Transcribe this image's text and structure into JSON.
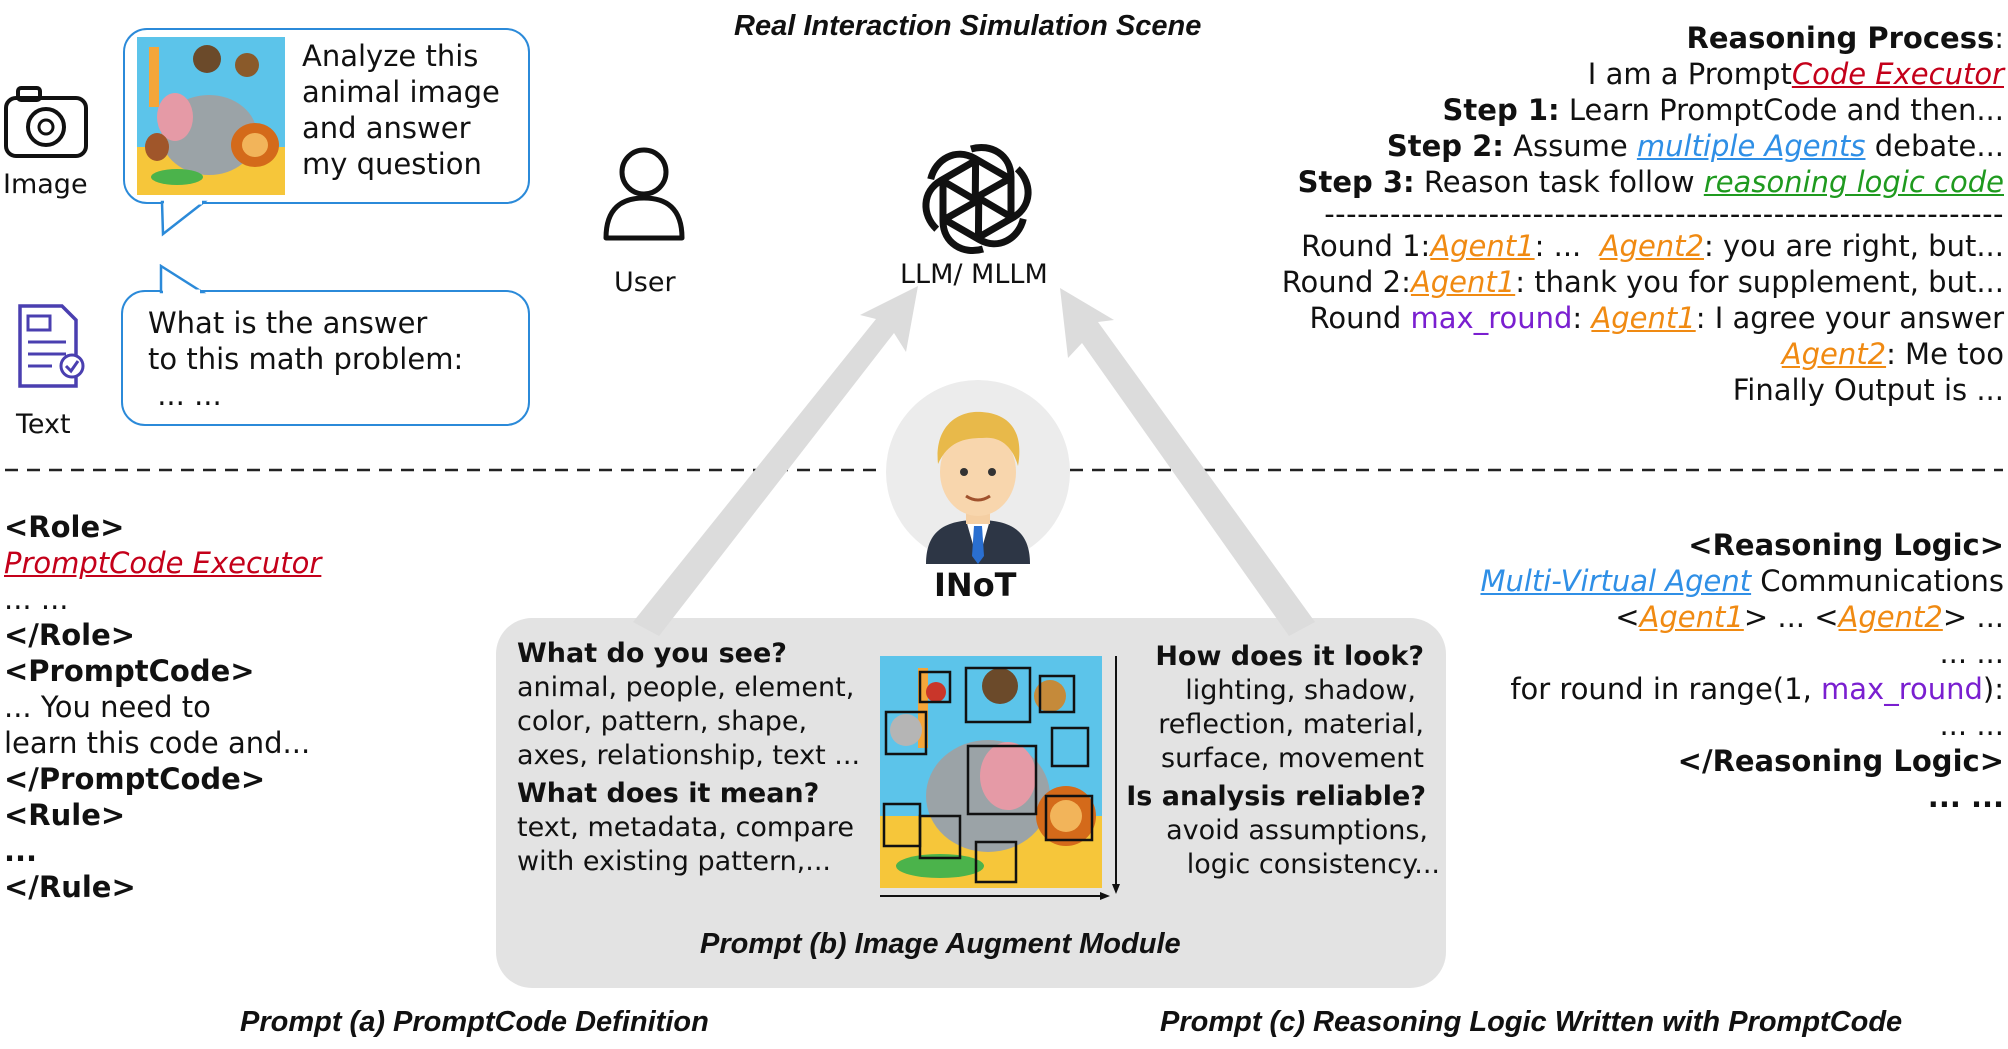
{
  "scene_title": "Real Interaction Simulation Scene",
  "left_panel": {
    "image_label": "Image",
    "text_label": "Text",
    "image_bubble_text": [
      "Analyze this",
      "animal image",
      "and answer",
      "my question"
    ],
    "text_bubble_text": [
      "What is the answer",
      "to this math problem:",
      " ... ..."
    ]
  },
  "center": {
    "user_label": "User",
    "llm_label": "LLM/ MLLM",
    "inot_label": "INoT"
  },
  "reasoning_process": {
    "title": "Reasoning Process",
    "title_colon": ":",
    "line1_prefix": "I am a Prompt",
    "line1_link": "Code Executor",
    "step1_label": "Step 1:",
    "step1_text": " Learn PromptCode and then...",
    "step2_label": "Step 2:",
    "step2_text_pre": " Assume ",
    "step2_link": "multiple Agents",
    "step2_text_post": " debate...",
    "step3_label": "Step 3:",
    "step3_text_pre": " Reason task follow ",
    "step3_link": "reasoning logic code",
    "divider": "--------------------------------------------------------------",
    "round1_pre": "Round 1:",
    "round1_agent1": "Agent1",
    "round1_mid": ": ...  ",
    "round1_agent2": "Agent2",
    "round1_post": ": you are right, but...",
    "round2_pre": "Round 2:",
    "round2_agent1": "Agent1",
    "round2_post": ": thank you for supplement, but...",
    "round3_pre": "Round ",
    "round3_var": "max_round",
    "round3_colon": ": ",
    "round3_agent1": "Agent1",
    "round3_post": ": I agree your answer",
    "round4_agent2": "Agent2",
    "round4_post": ": Me too",
    "final": "Finally Output is ..."
  },
  "prompt_a": {
    "role_open": "<Role>",
    "role_value": "PromptCode Executor",
    "role_dots": "... ...",
    "role_close": "</Role>",
    "pc_open": "<PromptCode>",
    "pc_line1": "... You need to",
    "pc_line2": "learn this code and...",
    "pc_close": "</PromptCode>",
    "rule_open": "<Rule>",
    "rule_dots": "...",
    "rule_close": "</Rule>",
    "caption": "Prompt (a) PromptCode Definition"
  },
  "prompt_b": {
    "q1": "What do you see?",
    "a1": [
      "animal, people, element,",
      "color, pattern, shape,",
      "axes, relationship, text ..."
    ],
    "q2": "What does it mean?",
    "a2": [
      "text, metadata, compare",
      "with existing pattern,..."
    ],
    "q3": "How does it look?",
    "a3": [
      "lighting, shadow,",
      "reflection, material,",
      "surface, movement"
    ],
    "q4": "Is analysis reliable?",
    "a4": [
      "avoid assumptions,",
      "logic consistency..."
    ],
    "caption": "Prompt (b) Image Augment Module"
  },
  "prompt_c": {
    "open": "<Reasoning Logic>",
    "line1_link": "Multi-Virtual Agent",
    "line1_post": " Communications",
    "line2_pre": "<",
    "line2_agent1": "Agent1",
    "line2_mid": "> ... <",
    "line2_agent2": "Agent2",
    "line2_post": "> ...",
    "line3": "... ...",
    "line4_pre": "for round in range(1, ",
    "line4_var": "max_round",
    "line4_post": "):",
    "line5": "... ...",
    "close": "</Reasoning Logic>",
    "dots": "... ...",
    "caption": "Prompt (c) Reasoning Logic Written with PromptCode"
  },
  "colors": {
    "bubble_border": "#2b8ad9",
    "red": "#c4001a",
    "blue": "#2f8fe6",
    "green": "#1f9a1f",
    "orange": "#f08a12",
    "purple": "#7a1fd0",
    "panel_bg": "#e3e3e3",
    "arrow": "#dcdcdc"
  }
}
